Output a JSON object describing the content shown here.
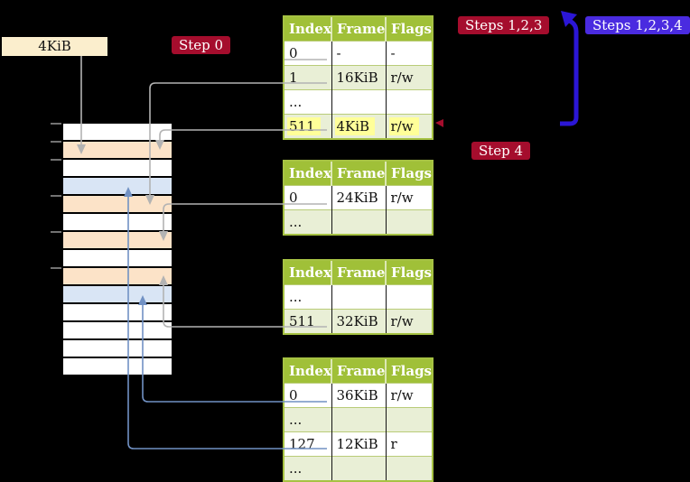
{
  "diagram": {
    "legend": {
      "label": "4KiB"
    },
    "badges": [
      {
        "id": "step0",
        "label": "Step 0",
        "color": "#a50d2d",
        "text_color": "#ffffff"
      },
      {
        "id": "steps123",
        "label": "Steps 1,2,3",
        "color": "#a50d2d",
        "text_color": "#ffffff"
      },
      {
        "id": "steps1234",
        "label": "Steps 1,2,3,4",
        "color": "#4a2be0",
        "text_color": "#ffffff"
      },
      {
        "id": "step4",
        "label": "Step 4",
        "color": "#a50d2d",
        "text_color": "#ffffff"
      }
    ],
    "tables": [
      {
        "name": "page-table-1",
        "headers": [
          "Index",
          "Frame",
          "Flags"
        ],
        "rows": [
          {
            "cells": [
              "0",
              "-",
              "-"
            ],
            "shaded": false,
            "underline": "gray"
          },
          {
            "cells": [
              "1",
              "16KiB",
              "r/w"
            ],
            "shaded": true,
            "underline": "gray"
          },
          {
            "cells": [
              "...",
              "",
              ""
            ],
            "shaded": false
          },
          {
            "cells": [
              "511",
              "4KiB",
              "r/w"
            ],
            "shaded": true,
            "underline": "gray",
            "highlight": true
          }
        ]
      },
      {
        "name": "page-table-2",
        "headers": [
          "Index",
          "Frame",
          "Flags"
        ],
        "rows": [
          {
            "cells": [
              "0",
              "24KiB",
              "r/w"
            ],
            "shaded": false,
            "underline": "gray"
          },
          {
            "cells": [
              "...",
              "",
              ""
            ],
            "shaded": true
          }
        ]
      },
      {
        "name": "page-table-3",
        "headers": [
          "Index",
          "Frame",
          "Flags"
        ],
        "rows": [
          {
            "cells": [
              "...",
              "",
              ""
            ],
            "shaded": false
          },
          {
            "cells": [
              "511",
              "32KiB",
              "r/w"
            ],
            "shaded": true,
            "underline": "gray"
          }
        ]
      },
      {
        "name": "page-table-4",
        "headers": [
          "Index",
          "Frame",
          "Flags"
        ],
        "rows": [
          {
            "cells": [
              "0",
              "36KiB",
              "r/w"
            ],
            "shaded": false,
            "underline": "blue"
          },
          {
            "cells": [
              "...",
              "",
              ""
            ],
            "shaded": true
          },
          {
            "cells": [
              "127",
              "12KiB",
              "r"
            ],
            "shaded": false,
            "underline": "blue"
          },
          {
            "cells": [
              "...",
              "",
              ""
            ],
            "shaded": true
          }
        ]
      }
    ],
    "memory_rows": [
      "white",
      "orange",
      "white",
      "blue",
      "orange",
      "white",
      "orange",
      "white",
      "orange",
      "blue",
      "white",
      "white",
      "white",
      "white"
    ],
    "connections": [
      {
        "from": "legend-4KiB-box",
        "to": "memory-row-2",
        "color": "gray"
      },
      {
        "from": "page-table-1-row-1",
        "to": "memory-row-5",
        "color": "gray"
      },
      {
        "from": "page-table-1-row-511",
        "to": "memory-row-2",
        "color": "gray"
      },
      {
        "from": "page-table-2-row-0",
        "to": "memory-row-7",
        "color": "gray"
      },
      {
        "from": "page-table-3-row-511",
        "to": "memory-row-9",
        "color": "gray"
      },
      {
        "from": "page-table-4-row-0",
        "to": "memory-row-10",
        "color": "blue"
      },
      {
        "from": "page-table-4-row-127",
        "to": "memory-row-4",
        "color": "blue"
      },
      {
        "from": "below-steps-badges",
        "to": "up-left-toward-table-1",
        "color": "thick-blue"
      },
      {
        "from": "right-of-table-1",
        "to": "page-table-1-row-511",
        "color": "red-arrowhead"
      }
    ],
    "palette": {
      "background": "#000000",
      "table_header": "#a0c038",
      "table_border": "#a6c243",
      "row_shaded": "#e9efd6",
      "highlight_yellow": "#ffff99",
      "memory_orange": "#fce3c8",
      "memory_blue": "#d9e5f5",
      "arrow_gray": "#b3b3b3",
      "arrow_steel_blue": "#7191c4",
      "arrow_thick_blue": "#2b16d6",
      "badge_red": "#a50d2d",
      "badge_blue": "#4a2be0",
      "legend_bg": "#fbeecd"
    }
  }
}
